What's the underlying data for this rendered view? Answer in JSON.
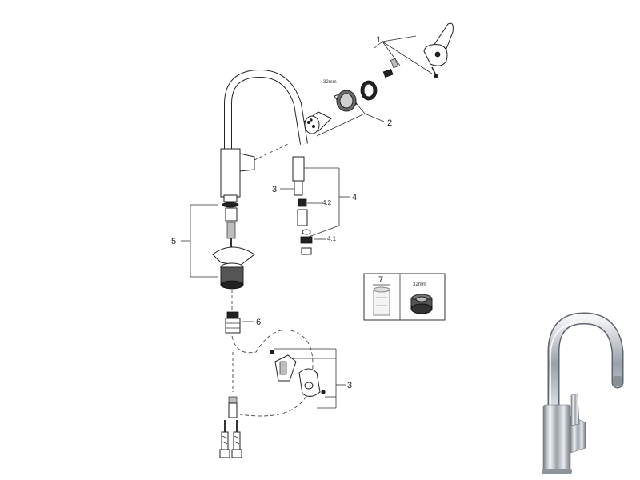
{
  "callouts": {
    "c1": "1",
    "c2": "2",
    "c3_top": "3",
    "c4": "4",
    "c4_2": "4.2",
    "c4_1": "4.1",
    "c5": "5",
    "c6": "6",
    "c3_bottom": "3",
    "c7": "7"
  },
  "size_labels": {
    "cartridge_nut": "32mm",
    "inset_aerator": "32mm"
  }
}
